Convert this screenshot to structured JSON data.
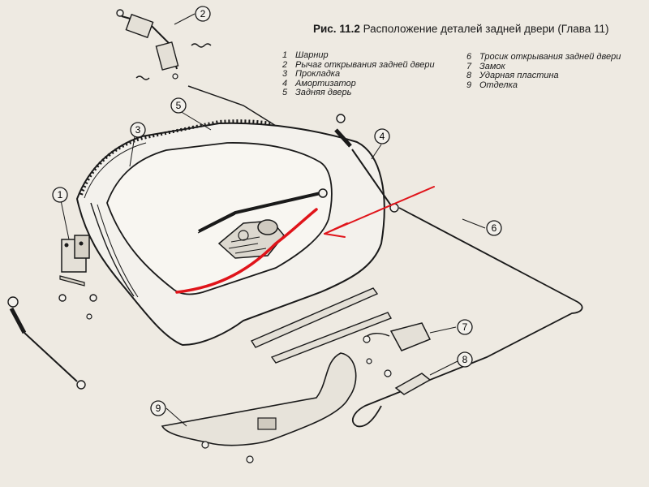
{
  "figure": {
    "label": "Рис. 11.2",
    "title": "Расположение деталей задней двери (Глава 11)"
  },
  "legend_left": [
    {
      "num": "1",
      "text": "Шарнир"
    },
    {
      "num": "2",
      "text": "Рычаг открывания задней двери"
    },
    {
      "num": "3",
      "text": "Прокладка"
    },
    {
      "num": "4",
      "text": "Амортизатор"
    },
    {
      "num": "5",
      "text": "Задняя дверь"
    }
  ],
  "legend_right": [
    {
      "num": "6",
      "text": "Тросик открывания задней двери"
    },
    {
      "num": "7",
      "text": "Замок"
    },
    {
      "num": "8",
      "text": "Ударная пластина"
    },
    {
      "num": "9",
      "text": "Отделка"
    }
  ],
  "callouts": [
    "1",
    "2",
    "3",
    "4",
    "5",
    "6",
    "7",
    "8",
    "9"
  ],
  "annotation_color": "#e0141a",
  "line_color": "#1a1a1a"
}
